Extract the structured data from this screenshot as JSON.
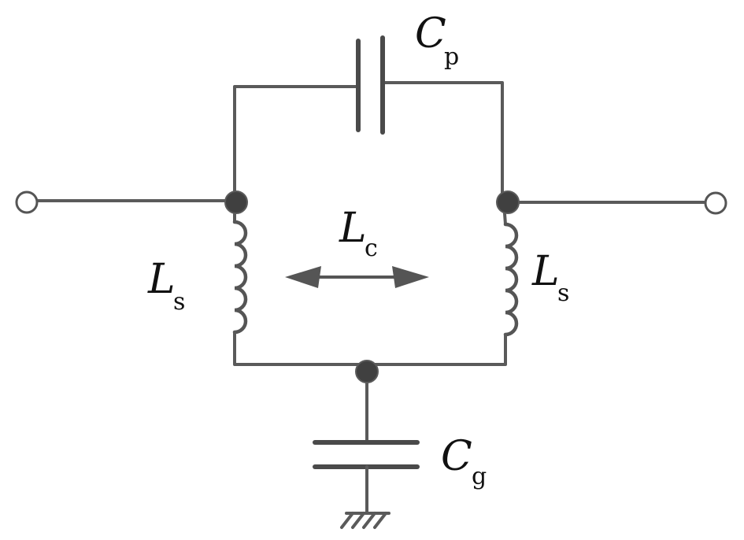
{
  "labels": {
    "cp": {
      "main": "C",
      "sub": "p"
    },
    "lc": {
      "main": "L",
      "sub": "c"
    },
    "ls_left": {
      "main": "L",
      "sub": "s"
    },
    "ls_right": {
      "main": "L",
      "sub": "s"
    },
    "cg": {
      "main": "C",
      "sub": "g"
    }
  },
  "colors": {
    "wire": "#5a5a5a",
    "node": "#404040",
    "text": "#111111"
  },
  "icons": {
    "input_terminal": "open-circle-terminal",
    "output_terminal": "open-circle-terminal",
    "ground": "ground-symbol",
    "coupling_arrow": "double-headed-arrow"
  }
}
